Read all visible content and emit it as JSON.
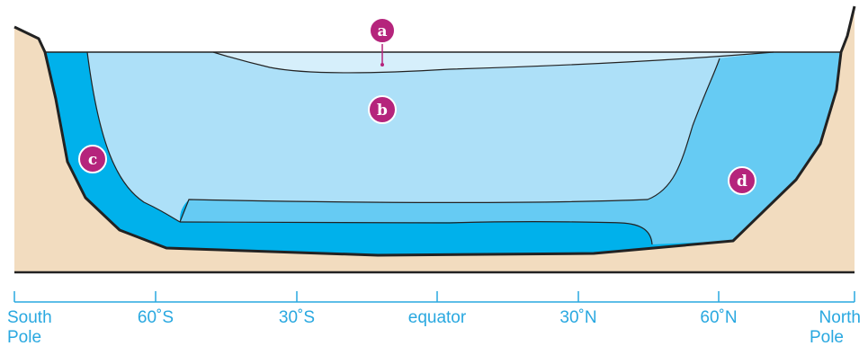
{
  "markers": {
    "a": "a",
    "b": "b",
    "c": "c",
    "d": "d"
  },
  "axis": {
    "south_pole_line1": "South",
    "south_pole_line2": "Pole",
    "lat_60s": "60˚S",
    "lat_30s": "30˚S",
    "equator": "equator",
    "lat_30n": "30˚N",
    "lat_60n": "60˚N",
    "north_pole_line1": "North",
    "north_pole_line2": "Pole"
  },
  "colors": {
    "land": "#f2dcbf",
    "water_mass_a": "#d6effb",
    "water_mass_b": "#ade0f8",
    "water_mass_c": "#00b1eb",
    "water_mass_d": "#66cbf3",
    "marker": "#b5247c",
    "axis": "#29a8e0",
    "outline": "#222222"
  }
}
